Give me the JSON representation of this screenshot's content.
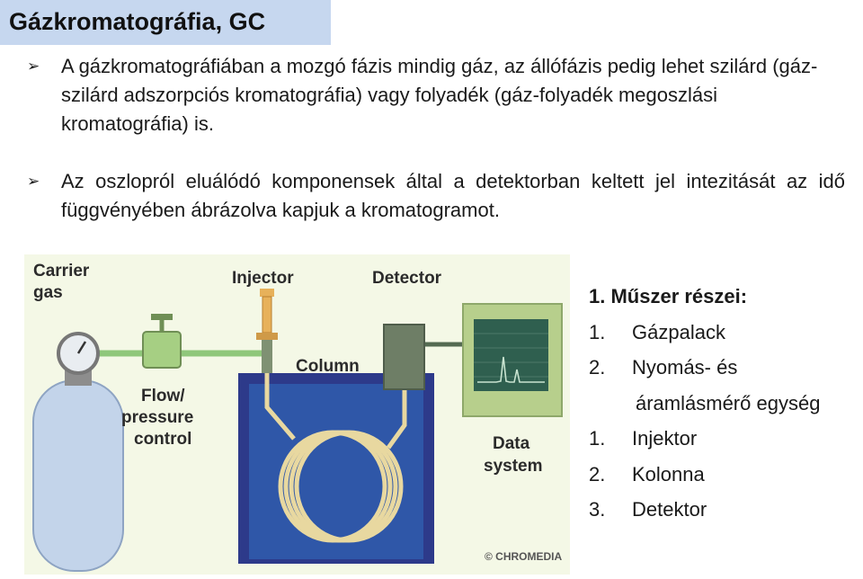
{
  "title": "Gázkromatográfia, GC",
  "bullets": [
    {
      "marker": "➢",
      "text": "A gázkromatográfiában a mozgó fázis mindig gáz, az állófázis pedig lehet szilárd (gáz-szilárd adszorpciós kromatográfia) vagy folyadék (gáz-folyadék megoszlási kromatográfia) is."
    },
    {
      "marker": "➢",
      "text": "Az oszlopról eluálódó komponensek által a detektorban keltett jel intezitását az idő függvényében ábrázolva kapjuk a kromatogramot."
    }
  ],
  "diagram": {
    "labels": {
      "carrier1": "Carrier",
      "carrier2": "gas",
      "injector": "Injector",
      "detector": "Detector",
      "column": "Column",
      "flow1": "Flow/",
      "flow2": "pressure",
      "flow3": "control",
      "data1": "Data",
      "data2": "system",
      "copyright": "© CHROMEDIA"
    },
    "colors": {
      "background": "#f4f8e6",
      "cylinder": "#c3d4ea",
      "pipe": "#8fc77a",
      "valve": "#a6cf83",
      "oven_frame": "#2d3a8a",
      "oven_inner": "#2f57a8",
      "coil": "#e8d8a0",
      "syringe": "#e7b15a",
      "detector_box": "#6e7e66",
      "monitor": "#b7cf8c",
      "screen": "#2f5f4f",
      "trace": "#c8e3d0"
    }
  },
  "parts": {
    "heading": "1. Műszer részei:",
    "items": [
      {
        "num": "1.",
        "label": "Gázpalack"
      },
      {
        "num": "2.",
        "label": "Nyomás- és",
        "cont": "áramlásmérő egység"
      },
      {
        "num": "1.",
        "label": "Injektor"
      },
      {
        "num": "2.",
        "label": "Kolonna"
      },
      {
        "num": "3.",
        "label": "Detektor"
      }
    ]
  }
}
